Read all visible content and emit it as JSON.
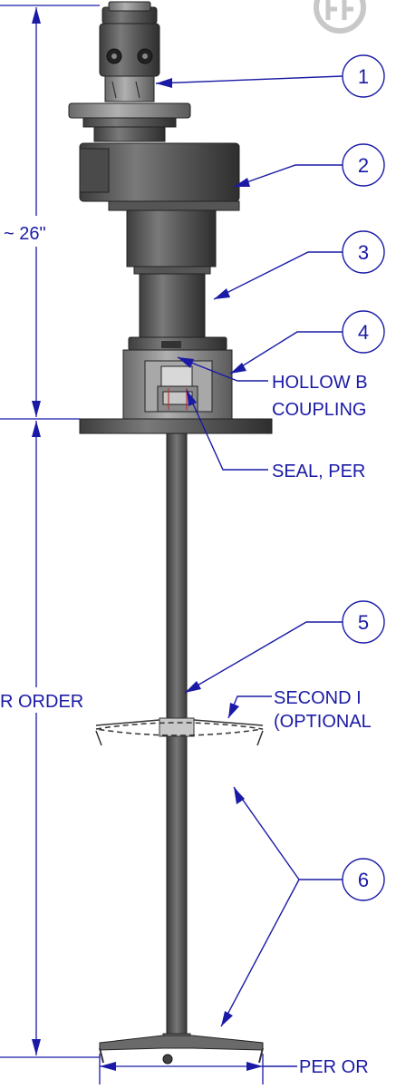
{
  "dimensions": {
    "overall_height": "~ 26\"",
    "shaft_length": "R ORDER",
    "impeller_diameter": "PER OR"
  },
  "balloons": [
    "1",
    "2",
    "3",
    "4",
    "5",
    "6"
  ],
  "callouts": {
    "hollow_bore_line1": "HOLLOW B",
    "hollow_bore_line2": "COUPLING",
    "seal": "SEAL, PER",
    "second_impeller_line1": "SECOND I",
    "second_impeller_line2": "(OPTIONAL"
  },
  "colors": {
    "annotation_blue": "#1a1aa6",
    "metal_dark": "#4a4a4a",
    "metal_mid": "#6b6b6b",
    "metal_light": "#9a9a9a"
  },
  "icons": {
    "corner_logo": "company-logo-icon"
  }
}
